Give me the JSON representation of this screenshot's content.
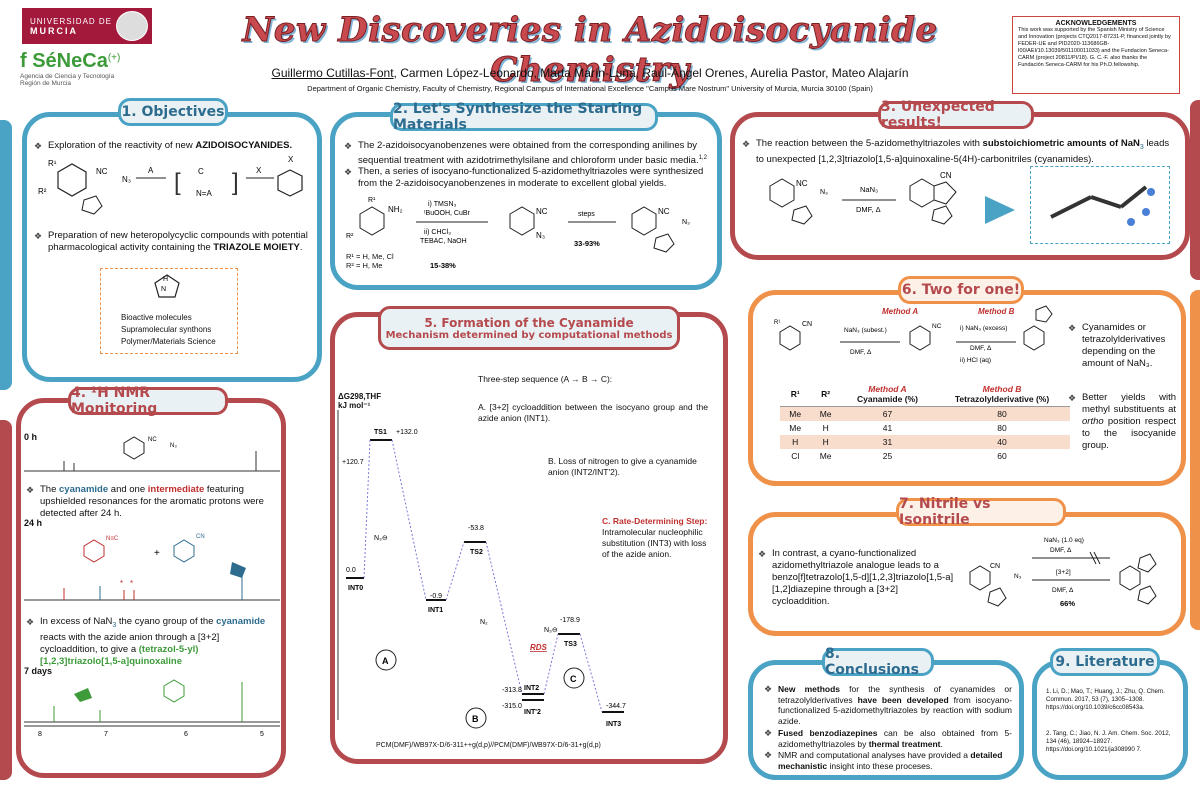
{
  "header": {
    "university_name": "UNIVERSIDAD DE",
    "university_city": "MURCIA",
    "seneca_logo": "f SéNeCa",
    "seneca_plus": "(+)",
    "seneca_sub1": "Agencia de Ciencia y Tecnología",
    "seneca_sub2": "Región de Murcia",
    "title": "New Discoveries in Azidoisocyanide Chemistry",
    "presenter": "Guillermo Cutillas-Font",
    "authors_rest": ", Carmen López-Leonardo, Marta Marín-Luna, Raúl-Ángel Orenes, Aurelia Pastor, Mateo Alajarín",
    "affiliation": "Department of Organic Chemistry, Faculty of Chemistry, Regional Campus of International Excellence \"Campus Mare Nostrum\" University of Murcia, Murcia 30100 (Spain)"
  },
  "acknowledgements": {
    "title": "ACKNOWLEDGEMENTS",
    "body": "This work was supported by the Spanish Ministry of Science and Innovation (projects CTQ2017-87231-P, financed jointly by FEDER-UE and PID2020-113686GB-I00/AEI/10.13039/501100011033) and the Fundacion Seneca-CARM (project 20811/PI/18). G. C.-F. also thanks the Fundación Seneca-CARM for his Ph.D.fellowship."
  },
  "section1": {
    "title": "1. Objectives",
    "bullet1_pre": "Exploration of the reactivity of new ",
    "bullet1_bold": "AZIDOISOCYANIDES.",
    "bullet2_pre": "Preparation of new heteropolycyclic compounds with potential pharmacological activity containing the ",
    "bullet2_bold": "TRIAZOLE MOIETY",
    "bullet2_post": ".",
    "arrow_a": "A",
    "arrow_x": "X",
    "uses": [
      "Bioactive molecules",
      "Supramolecular synthons",
      "Polymer/Materials Science"
    ]
  },
  "section2": {
    "title": "2. Let's Synthesize the Starting Materials",
    "bullet1": "The 2-azidoisocyanobenzenes were obtained from the corresponding anilines by sequential treatment with azidotrimethylsilane and chloroform under basic media.",
    "bullet1_ref": "1,2",
    "bullet2": "Then, a series of isocyano-functionalized 5-azidomethyltriazoles were synthesized from the 2-azidoisocyanobenzenes in moderate to excellent global yields.",
    "cond1": "i) TMSN₃",
    "cond2": "ᵗBuOOH, CuBr",
    "cond3": "ii) CHCl₃",
    "cond4": "TEBAC, NaOH",
    "steps": "steps",
    "yield1": "15-38%",
    "yield2": "33-93%",
    "r1": "R¹ = H, Me, Cl",
    "r2": "R² = H, Me"
  },
  "section3": {
    "title": "3. Unexpected results!",
    "bullet_pre": "The reaction between the 5-azidomethyltriazoles with ",
    "bullet_bold": "substoichiometric amounts of NaN",
    "bullet_post": " leads to unexpected [1,2,3]triazolo[1,5-a]quinoxaline-5(4H)-carbonitriles (cyanamides).",
    "reagent": "NaN₃",
    "cond": "DMF, Δ"
  },
  "section4": {
    "title": "4. ¹H NMR Monitoring",
    "t0": "0 h",
    "t24": "24 h",
    "t7": "7 days",
    "bullet1_pre": "The ",
    "bullet1_c": "cyanamide",
    "bullet1_mid": " and one ",
    "bullet1_i": "intermediate",
    "bullet1_post": " featuring upshielded resonances for the aromatic protons were detected after 24 h.",
    "bullet2_pre": "In excess of NaN",
    "bullet2_mid": " the cyano group of the ",
    "bullet2_c": "cyanamide",
    "bullet2_post": " reacts with the azide anion through a [3+2] cycloaddition, to give a ",
    "bullet2_g": "(tetrazol-5-yl)[1,2,3]triazolo[1,5-a]quinoxaline",
    "axis_ticks": [
      "8",
      "7",
      "6",
      "5"
    ]
  },
  "section5": {
    "title": "5. Formation of the Cyanamide",
    "subtitle": "Mechanism determined by computational methods",
    "ylabel": "ΔG298,THF",
    "yunit": "kJ mol⁻¹",
    "intro": "Three-step sequence (A → B → C):",
    "stepA": "A.   [3+2] cycloaddition between the isocyano group and the azide anion (INT1).",
    "stepB": "B.   Loss of nitrogen to give a cyanamide anion (INT2/INT'2).",
    "stepC_label": "C. Rate-Determining Step:",
    "stepC": " Intramolecular nucleophilic substitution (INT3) with loss of the azide anion.",
    "rds": "RDS",
    "n2": "N₂",
    "n3": "N₃⊖",
    "method": "PCM(DMF)/WB97X-D/6-311++g(d,p)//PCM(DMF)/WB97X-D/6-31+g(d,p)",
    "labels": {
      "int0": "INT0",
      "ts1": "TS1",
      "int1": "INT1",
      "ts2": "TS2",
      "int2": "INT2",
      "int2p": "INT'2",
      "ts3": "TS3",
      "int3": "INT3",
      "v_int0": "0.0",
      "v_ts1": "+132.0",
      "v_ts1b": "+120.7",
      "v_int1": "-0.9",
      "v_ts2": "-53.8",
      "v_int2": "-313.8",
      "v_int2p": "-315.0",
      "v_ts3": "-178.9",
      "v_int3": "-344.7",
      "a": "A",
      "b": "B",
      "c": "C"
    }
  },
  "section6": {
    "title": "6. Two for one!",
    "methodA": "Method A",
    "methodB": "Method B",
    "condA1": "NaN₃ (subest.)",
    "condA2": "DMF, Δ",
    "condB1": "i) NaN₃ (excess)",
    "condB2": "DMF, Δ",
    "condB3": "ii) HCl (aq)",
    "bullet1": "Cyanamides or tetrazolylderivatives depending on the amount of NaN₃.",
    "bullet2_pre": "Better yields with methyl substituents at ",
    "bullet2_it": "ortho",
    "bullet2_post": " position respect to the isocyanide group.",
    "table": {
      "headers": [
        "R¹",
        "R²",
        "Method A",
        "Method B"
      ],
      "subheaders": [
        "",
        "",
        "Cyanamide (%)",
        "Tetrazolylderivative (%)"
      ],
      "rows": [
        [
          "Me",
          "Me",
          "67",
          "80"
        ],
        [
          "Me",
          "H",
          "41",
          "80"
        ],
        [
          "H",
          "H",
          "31",
          "40"
        ],
        [
          "Cl",
          "Me",
          "25",
          "60"
        ]
      ]
    }
  },
  "section7": {
    "title": "7. Nitrile vs Isonitrile",
    "bullet": "In contrast, a cyano-functionalized azidomethyltriazole analogue leads to a benzo[f]tetrazolo[1,5-d][1,2,3]triazolo[1,5-a][1,2]diazepine through a [3+2] cycloaddition.",
    "cond1": "NaN₃ (1.0 eq)",
    "cond2": "DMF, Δ",
    "cond3": "[3+2]",
    "cond4": "DMF, Δ",
    "yield": "66%"
  },
  "section8": {
    "title": "8. Conclusions",
    "c1_b": "New methods",
    "c1_mid": " for the synthesis of cyanamides or tetrazolylderivatives ",
    "c1_b2": "have been developed",
    "c1_post": " from isocyano-functionalized 5-azidomethyltriazoles by reaction with sodium azide.",
    "c2_b": "Fused benzodiazepines",
    "c2_mid": " can be also obtained from 5-azidomethyltriazoles by ",
    "c2_b2": "thermal treatment",
    "c2_post": ".",
    "c3_pre": "NMR and computational analyses have provided a ",
    "c3_b": "detailed mechanistic",
    "c3_post": " insight into these proceses."
  },
  "section9": {
    "title": "9. Literature",
    "ref1": "1. Li, D.; Mao, T.; Huang, J.; Zhu, Q. Chem. Commun. 2017, 53 (7), 1305–1308. https://doi.org/10.1039/c6cc08543a.",
    "ref2": "2. Tang, C.; Jiao, N. J. Am. Chem. Soc. 2012, 134 (46), 18924–18927. https://doi.org/10.1021/ja308990 7."
  }
}
